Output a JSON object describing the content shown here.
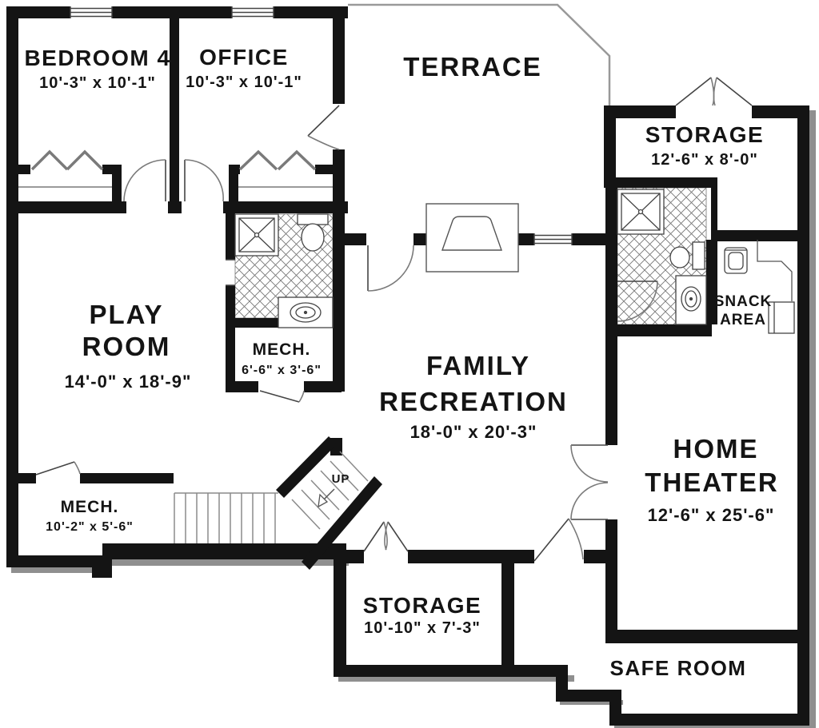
{
  "plan": {
    "type": "floor-plan",
    "colors": {
      "wall": "#141414",
      "shadow": "#8f8f8f",
      "thin_line": "#555555",
      "door_line": "#7a7a7a",
      "paper": "#ffffff"
    },
    "rooms": {
      "bedroom4": {
        "name": "BEDROOM 4",
        "dims": "10'-3\" x 10'-1\""
      },
      "office": {
        "name": "OFFICE",
        "dims": "10'-3\" x 10'-1\""
      },
      "terrace": {
        "name": "TERRACE"
      },
      "storage_upper": {
        "name": "STORAGE",
        "dims": "12'-6\" x 8'-0\""
      },
      "snack_area": {
        "line1": "SNACK",
        "line2": "AREA"
      },
      "home_theater": {
        "line1": "HOME",
        "line2": "THEATER",
        "dims": "12'-6\" x 25'-6\""
      },
      "play_room": {
        "line1": "PLAY",
        "line2": "ROOM",
        "dims": "14'-0\" x 18'-9\""
      },
      "mech_middle": {
        "name": "MECH.",
        "dims": "6'-6\" x 3'-6\""
      },
      "family_recreation": {
        "line1": "FAMILY",
        "line2": "RECREATION",
        "dims": "18'-0\" x 20'-3\""
      },
      "mech_lower": {
        "name": "MECH.",
        "dims": "10'-2\" x 5'-6\""
      },
      "storage_lower": {
        "name": "STORAGE",
        "dims": "10'-10\" x 7'-3\""
      },
      "safe_room": {
        "name": "SAFE ROOM"
      },
      "stairs": {
        "label": "UP"
      }
    }
  }
}
